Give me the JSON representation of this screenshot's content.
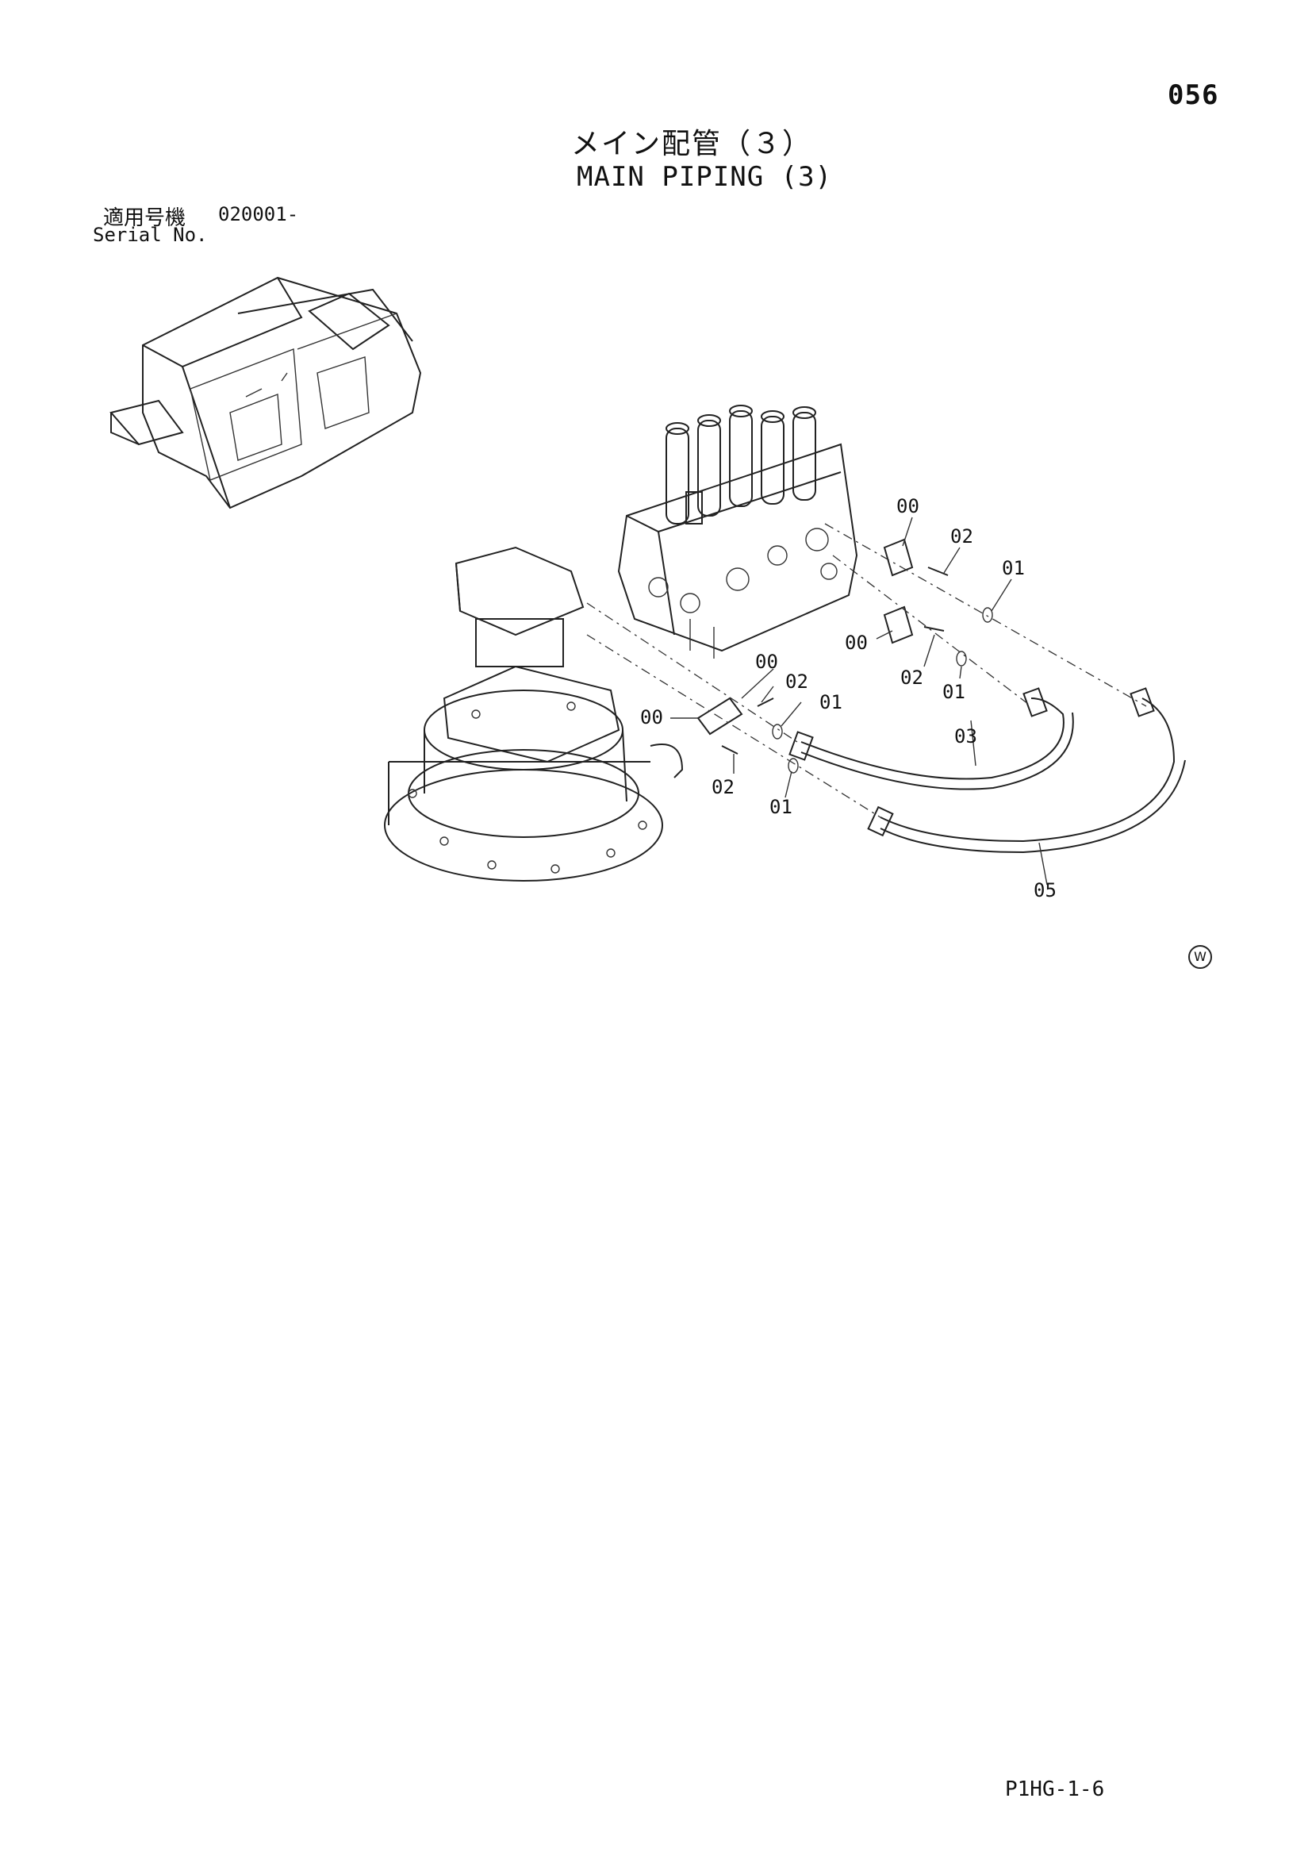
{
  "page_number": "056",
  "title_jp": "メイン配管（３）",
  "title_en": "MAIN PIPING (3)",
  "serial": {
    "label_jp": "適用号機",
    "value": "020001-",
    "label_en": "Serial No."
  },
  "callouts": [
    "00",
    "02",
    "01",
    "00",
    "02",
    "01",
    "03",
    "00",
    "02",
    "01",
    "00",
    "02",
    "01",
    "05"
  ],
  "marker": "W",
  "footer_code": "P1HG-1-6"
}
